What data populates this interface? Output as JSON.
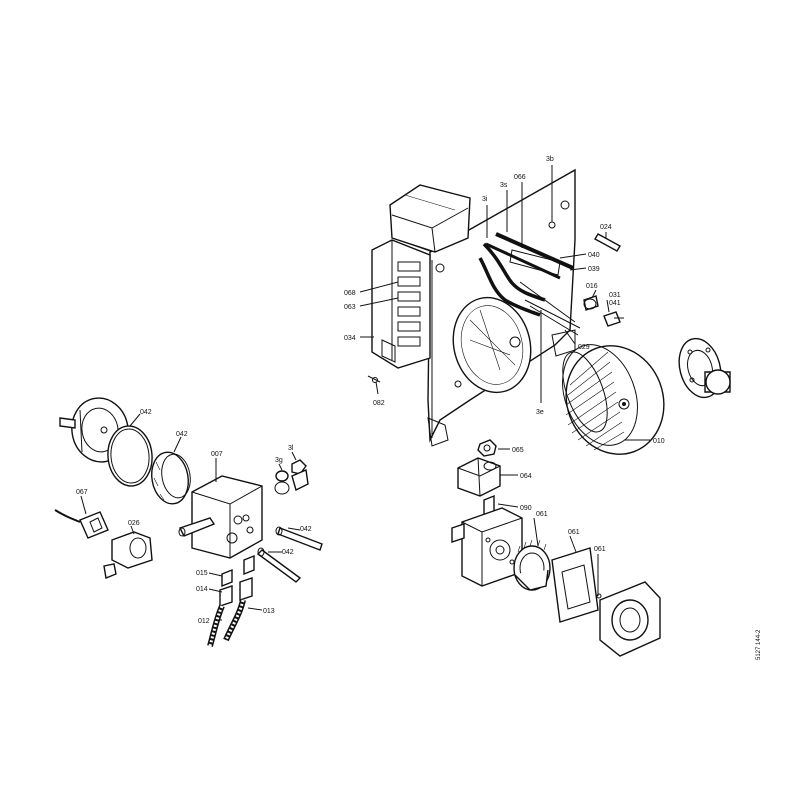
{
  "callouts": {
    "c3b": "3b",
    "c3s": "3s",
    "c3i": "3i",
    "c066": "066",
    "c024": "024",
    "c040": "040",
    "c039": "039",
    "c016": "016",
    "c031": "031",
    "c041": "041",
    "c068": "068",
    "c063": "063",
    "c034": "034",
    "c082": "082",
    "c029": "029",
    "c3e": "3e",
    "c010": "010",
    "c065": "065",
    "c064": "064",
    "c090": "090",
    "c061a": "061",
    "c061b": "061",
    "c061c": "061",
    "c042a": "042",
    "c042b": "042",
    "c042c": "042",
    "c042d": "042",
    "c007": "007",
    "c3g": "3g",
    "c3l": "3l",
    "c067": "067",
    "c026": "026",
    "c015": "015",
    "c014": "014",
    "c012": "012",
    "c013": "013"
  },
  "drawing_number": "5127 144-2"
}
